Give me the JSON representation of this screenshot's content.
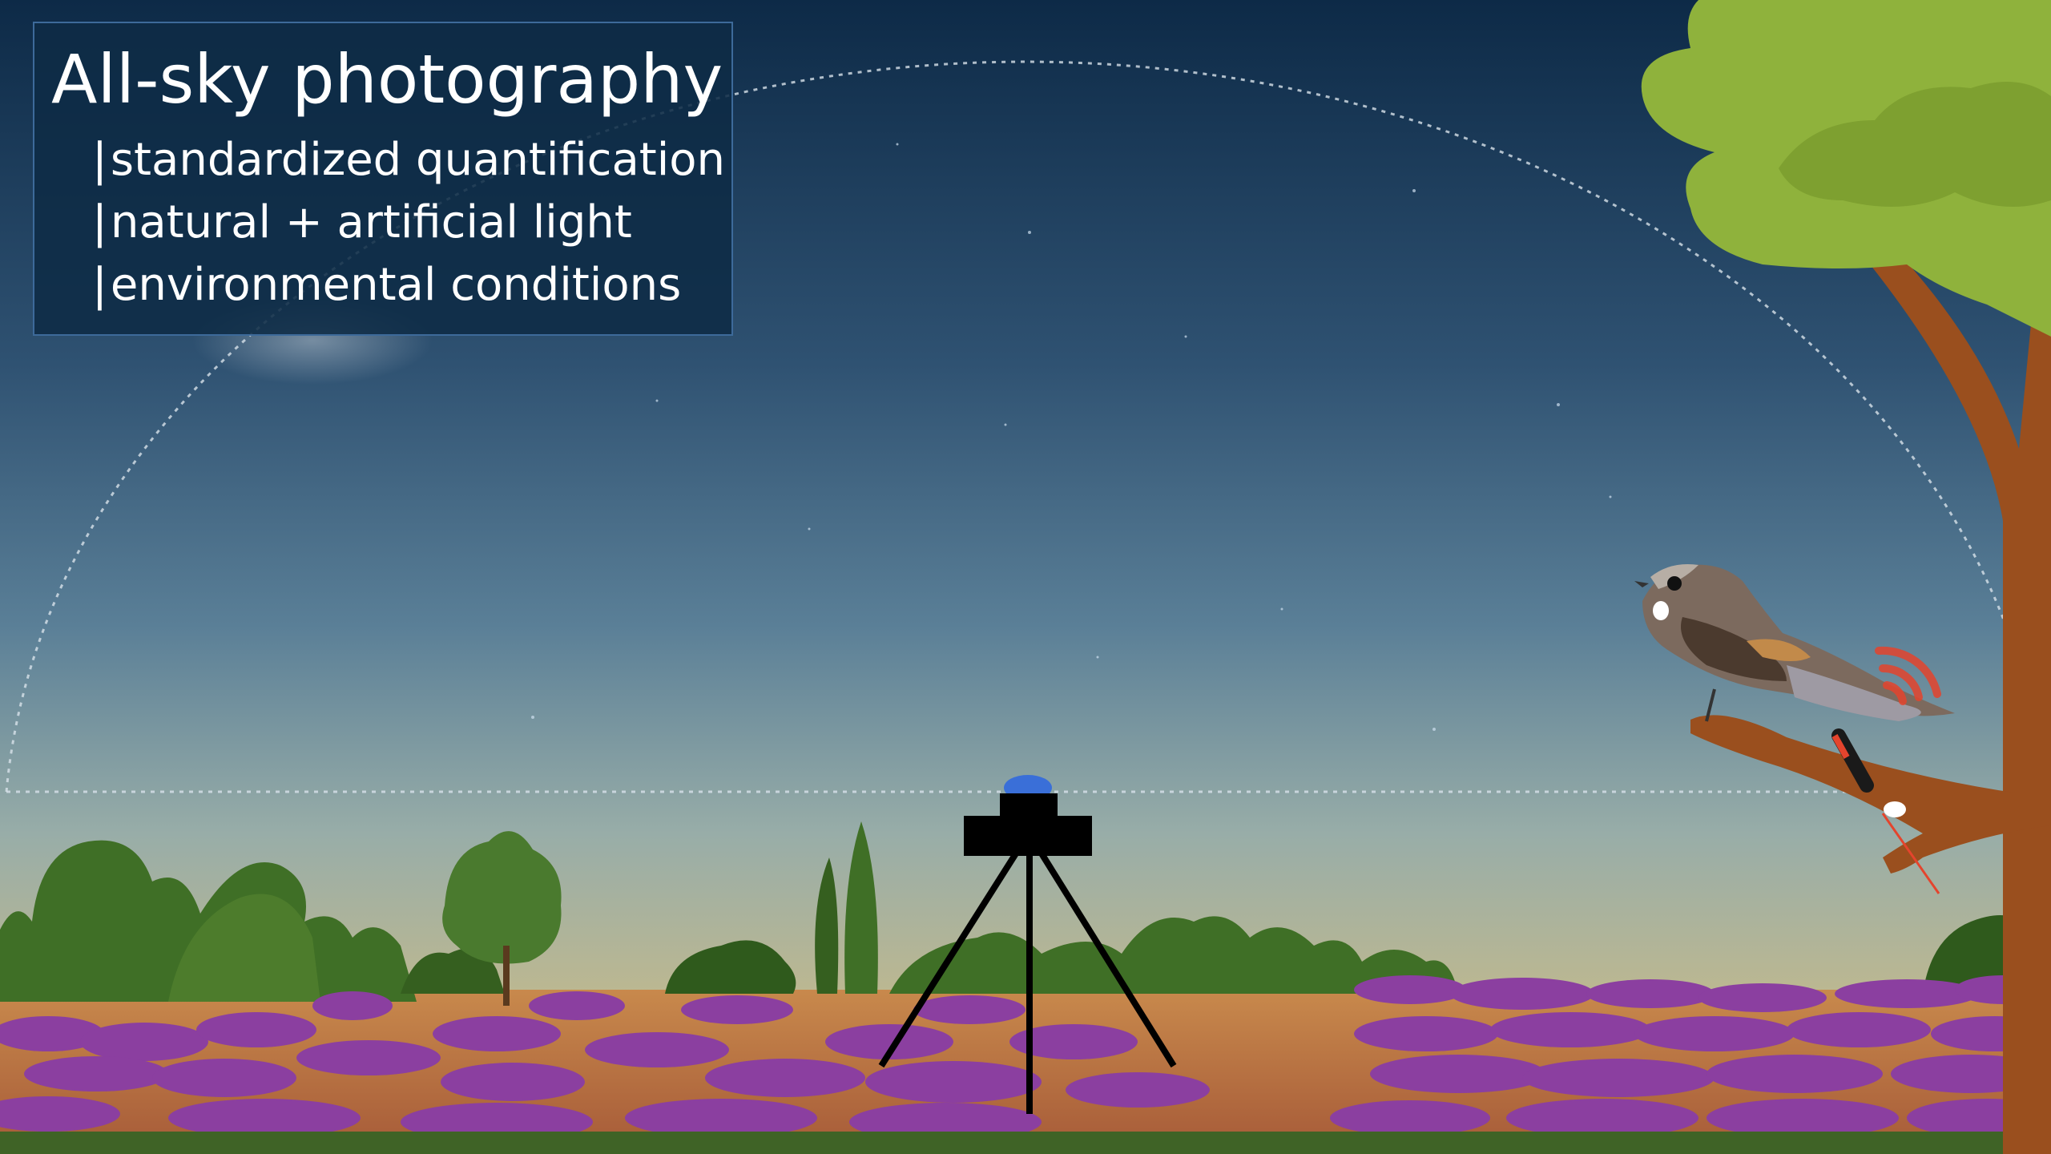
{
  "slide": {
    "title": "All-sky photography",
    "bullets": [
      {
        "marker": "|",
        "text": "standardized quantification"
      },
      {
        "marker": "|",
        "text": "natural + artificial light"
      },
      {
        "marker": "|",
        "text": "environmental conditions"
      }
    ]
  },
  "colors": {
    "sky_top": "#0d2a47",
    "sky_mid": "#4c708d",
    "sky_horizon": "#9fb0a7",
    "ground": "#b8703f",
    "heather": "#8b3fa0",
    "bush": "#3f6f26",
    "tree_foliage": "#8fb23c",
    "trunk": "#9a4f1e",
    "tripod": "#000000",
    "camera_dome": "#3a6fd8",
    "signal": "#e4442d",
    "title_box_bg": "#0e2b46",
    "title_box_border": "#3d6a9a"
  },
  "icons": {
    "camera": "all-sky-camera-icon",
    "bird": "nightjar-bird-icon",
    "tracker": "radio-transmitter-icon",
    "signal": "wireless-signal-icon"
  }
}
